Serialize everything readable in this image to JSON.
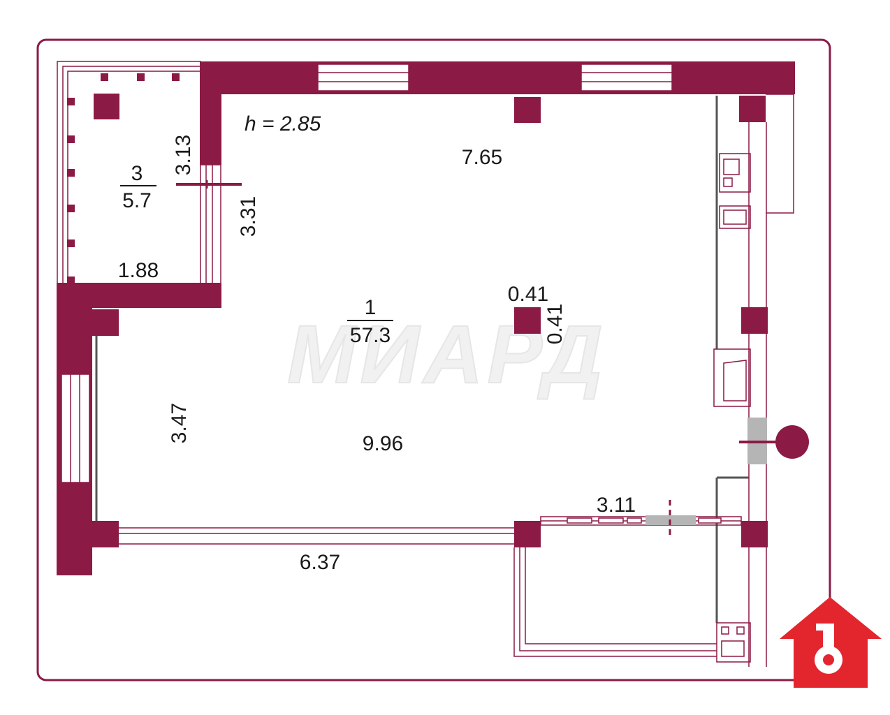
{
  "colors": {
    "wall": "#8B1A45",
    "outline": "#8B1A45",
    "logo": "#E3262E",
    "door": "#b5b5b5",
    "watermark": "#eeeeee"
  },
  "plan": {
    "ceiling_height": "h = 2.85",
    "rooms": [
      {
        "number": "1",
        "area": "57.3"
      },
      {
        "number": "3",
        "area": "5.7"
      }
    ],
    "dimensions": {
      "top_width": "7.65",
      "left_height": "3.47",
      "bottom_width": "9.96",
      "balcony_width": "1.88",
      "balcony_depth": "3.13",
      "opening_height": "3.31",
      "lower_wall": "6.37",
      "right_segment": "3.11",
      "column_width": "0.41",
      "column_depth": "0.41"
    }
  },
  "watermark": {
    "text": "МИАРД"
  },
  "logo": {
    "icon": "house-key-icon"
  }
}
